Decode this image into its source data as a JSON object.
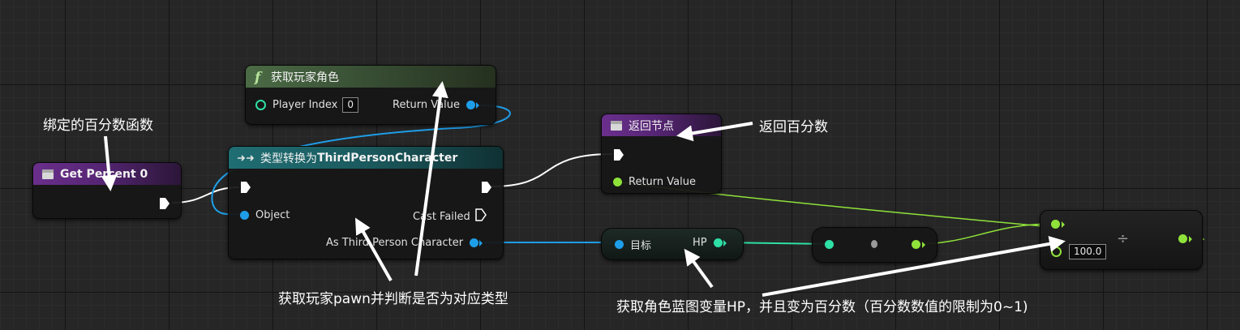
{
  "nodes": {
    "get_player_char": {
      "title": "获取玩家角色",
      "icon": "function-icon",
      "player_index_label": "Player Index",
      "player_index_value": "0",
      "return_label": "Return Value"
    },
    "get_percent": {
      "title": "Get Percent 0"
    },
    "cast": {
      "title_prefix": "类型转换为 ",
      "title_class": "ThirdPersonCharacter",
      "object_label": "Object",
      "cast_failed_label": "Cast Failed",
      "as_label": "As Third Person Character"
    },
    "return_node": {
      "title": "返回节点",
      "return_label": "Return Value"
    },
    "hp_getter": {
      "target_label": "目标",
      "hp_label": "HP"
    },
    "divide": {
      "value": "100.0",
      "op_symbol": "÷"
    }
  },
  "annotations": {
    "binding": "绑定的百分数函数",
    "return_percent": "返回百分数",
    "get_pawn": "获取玩家pawn并判断是否为对应类型",
    "get_hp": "获取角色蓝图变量HP，并且变为百分数（百分数数值的限制为0~1)"
  },
  "colors": {
    "object_pin": "#1e9ee8",
    "float_pin": "#8fe23a",
    "int_pin": "#2ee0a6",
    "exec_wire": "#ffffff"
  }
}
